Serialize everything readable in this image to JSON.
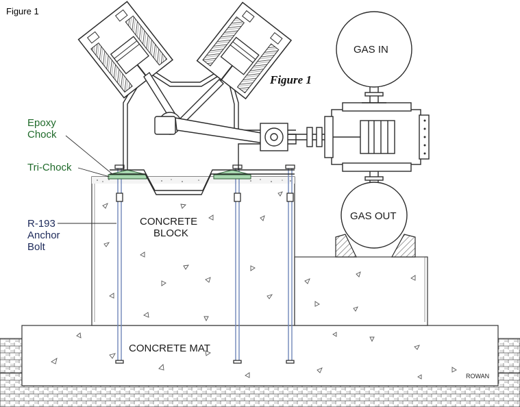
{
  "corner_label": "Figure 1",
  "figure_title": "Figure 1",
  "labels": {
    "epoxy_chock_line1": "Epoxy",
    "epoxy_chock_line2": "Chock",
    "tri_chock": "Tri-Chock",
    "anchor_bolt_line1": "R-193",
    "anchor_bolt_line2": "Anchor",
    "anchor_bolt_line3": "Bolt",
    "concrete_block_line1": "CONCRETE",
    "concrete_block_line2": "BLOCK",
    "concrete_mat": "CONCRETE MAT",
    "gas_in": "GAS IN",
    "gas_out": "GAS OUT",
    "signature": "ROWAN"
  },
  "colors": {
    "line": "#2b2b2b",
    "label_green": "#1f6a2a",
    "label_navy": "#1d2a5a",
    "chock_fill": "#a8d8b0",
    "bolt": "#6f85b8"
  }
}
